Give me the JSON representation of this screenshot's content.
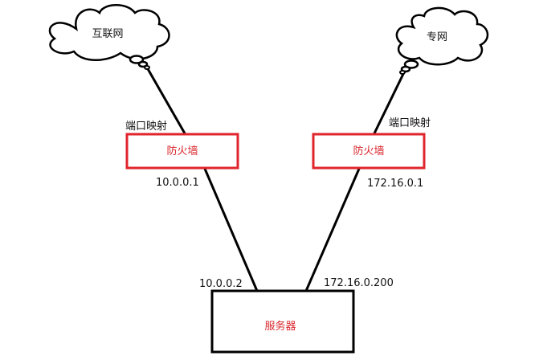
{
  "nodes": {
    "internet_cloud": "互联网",
    "private_cloud": "专网",
    "firewall_left": "防火墙",
    "firewall_right": "防火墙",
    "server": "服务器"
  },
  "labels": {
    "port_mapping_left": "端口映射",
    "port_mapping_right": "端口映射",
    "ip_fw_left": "10.0.0.1",
    "ip_fw_right": "172.16.0.1",
    "ip_srv_left": "10.0.0.2",
    "ip_srv_right": "172.16.0.200"
  },
  "colors": {
    "box_border_red": "#e0242c",
    "text_red": "#d9262c",
    "line": "#000000"
  }
}
